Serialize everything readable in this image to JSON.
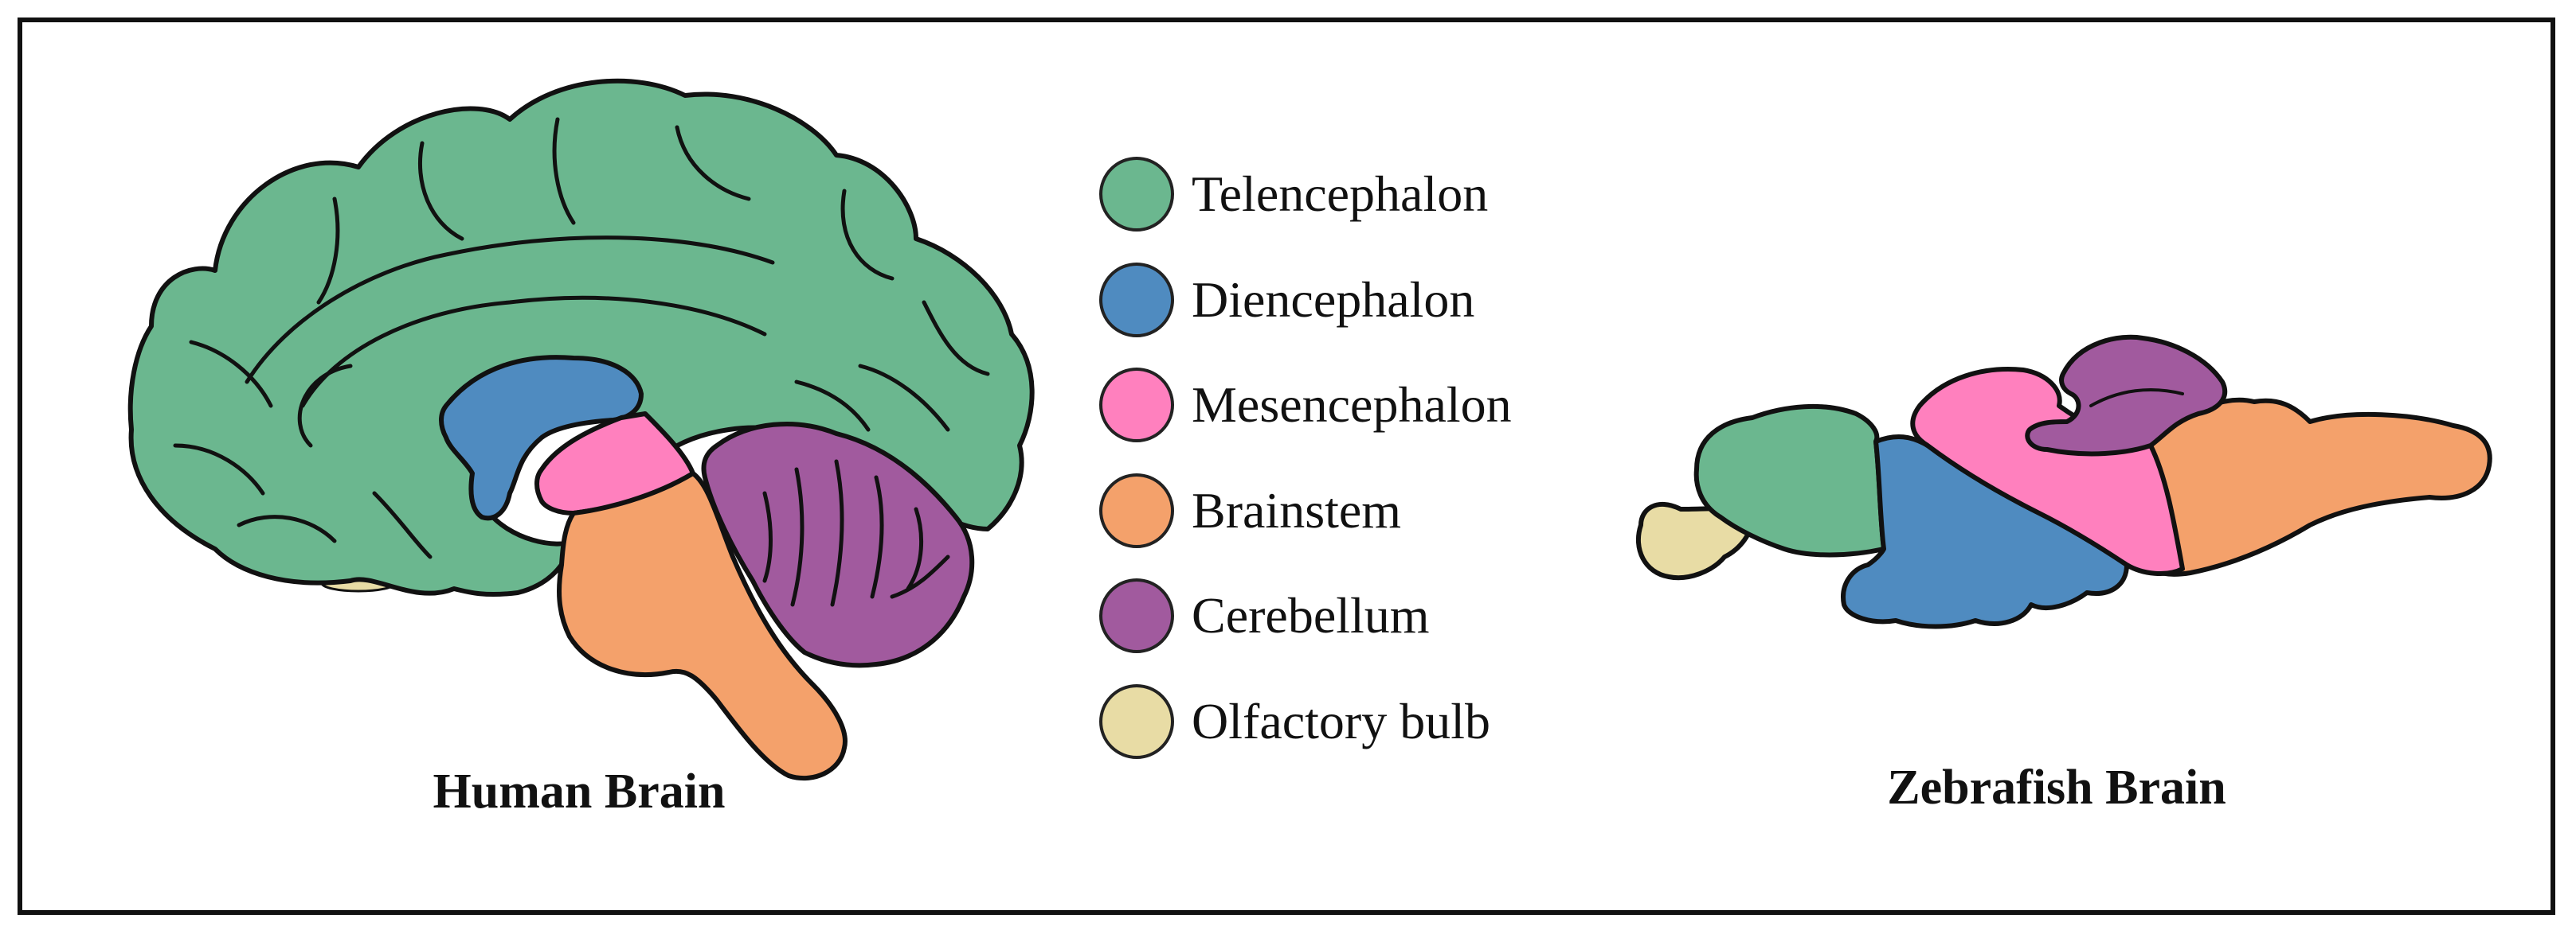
{
  "colors": {
    "telencephalon": "#6BB78F",
    "diencephalon": "#4F8BC0",
    "mesencephalon": "#FF80BE",
    "brainstem": "#F4A16B",
    "cerebellum": "#A15A9E",
    "olfactory_bulb": "#E8DCA5",
    "outline": "#111111"
  },
  "legend": {
    "items": [
      {
        "label": "Telencephalon",
        "color": "#6BB78F"
      },
      {
        "label": "Diencephalon",
        "color": "#4F8BC0"
      },
      {
        "label": "Mesencephalon",
        "color": "#FF80BE"
      },
      {
        "label": "Brainstem",
        "color": "#F4A16B"
      },
      {
        "label": "Cerebellum",
        "color": "#A15A9E"
      },
      {
        "label": "Olfactory bulb",
        "color": "#E8DCA5"
      }
    ]
  },
  "captions": {
    "human": "Human Brain",
    "zebrafish": "Zebrafish Brain"
  }
}
